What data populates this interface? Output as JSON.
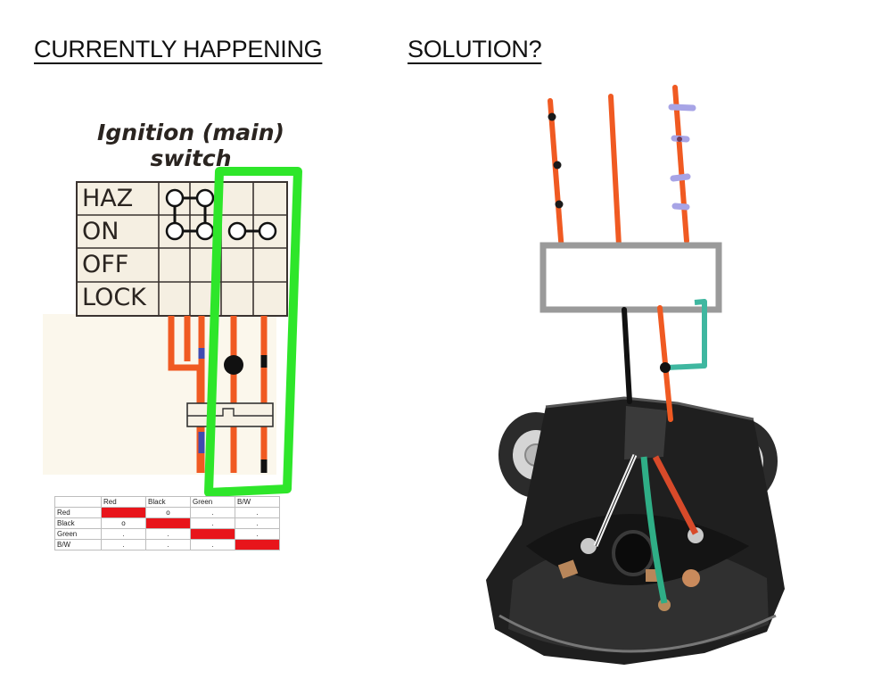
{
  "headings": {
    "left": "CURRENTLY HAPPENING",
    "right": "SOLUTION?"
  },
  "switch_diagram": {
    "title_line1": "Ignition (main)",
    "title_line2": "switch",
    "rows": [
      "HAZ",
      "ON",
      "OFF",
      "LOCK"
    ]
  },
  "table": {
    "header": [
      "",
      "Red",
      "Black",
      "Green",
      "B/W"
    ],
    "rows": [
      {
        "label": "Red",
        "cells": [
          "",
          "o",
          ".",
          "."
        ],
        "red": [
          true,
          false,
          false,
          false
        ]
      },
      {
        "label": "Black",
        "cells": [
          "o",
          "",
          ".",
          "."
        ],
        "red": [
          false,
          true,
          false,
          false
        ]
      },
      {
        "label": "Green",
        "cells": [
          ".",
          ".",
          "",
          "."
        ],
        "red": [
          false,
          false,
          true,
          false
        ]
      },
      {
        "label": "B/W",
        "cells": [
          ".",
          ".",
          ".",
          ""
        ],
        "red": [
          false,
          false,
          false,
          true
        ]
      }
    ]
  },
  "colors": {
    "wire_orange": "#f05a22",
    "highlight_green": "#2ee62a",
    "wire_teal": "#3fb7a0",
    "marker_lavender": "#a7a4e6",
    "box_gray": "#9a9a9a"
  }
}
